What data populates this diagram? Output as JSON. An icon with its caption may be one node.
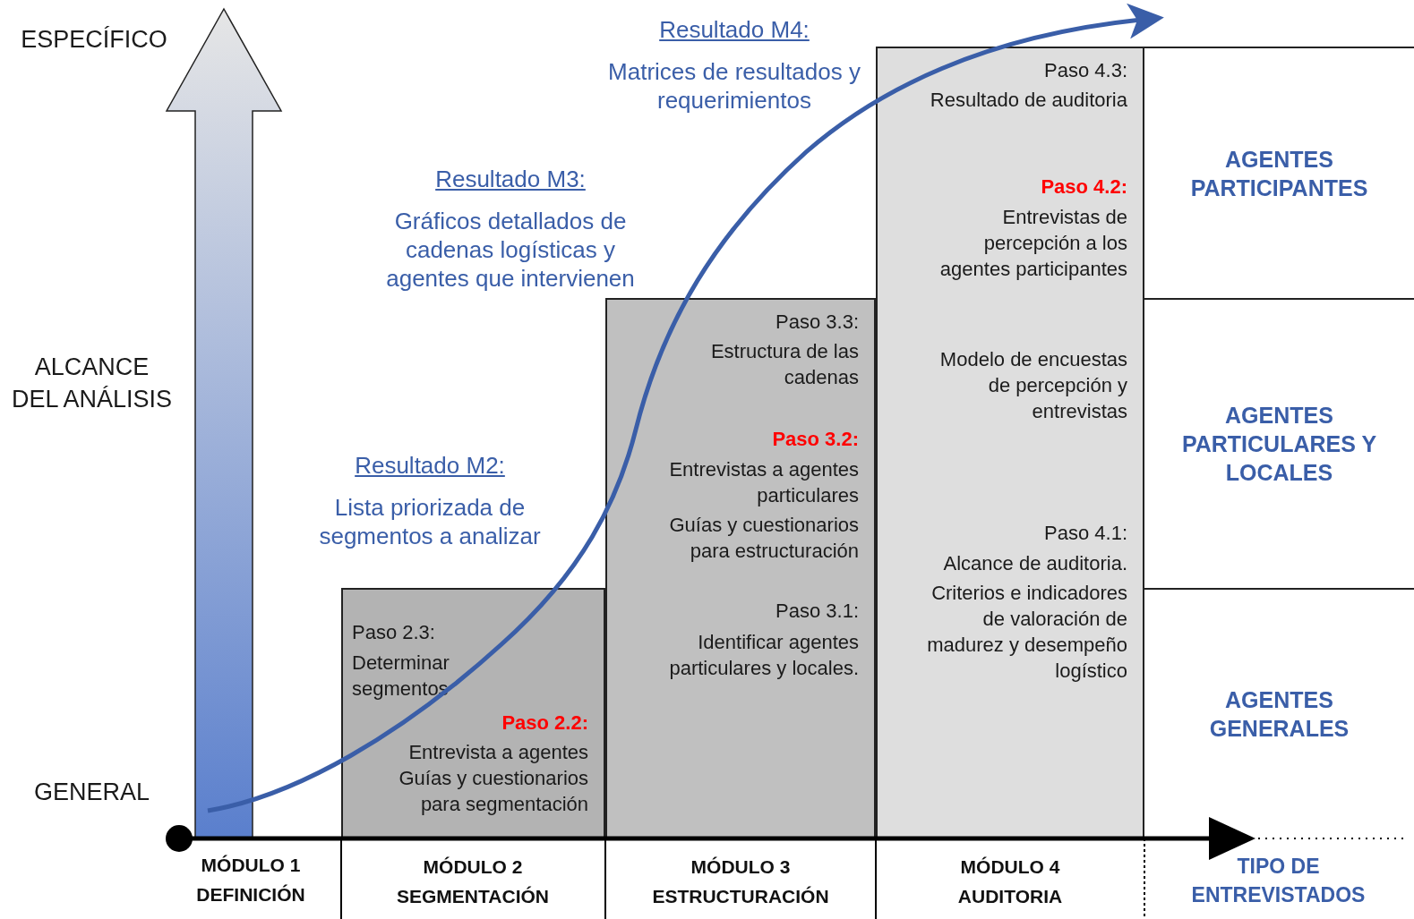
{
  "diagram": {
    "nodes": [
      {
        "text": [
          "Paso 2.3:",
          "Determinar segmentos",
          "Paso 2.2:",
          "Entrevista a agentes",
          "Guías y cuestionarios para segmentación"
        ]
      },
      {
        "text": [
          "Paso 3.3:",
          "Estructura de las cadenas",
          "Paso 3.2:",
          "Entrevistas a agentes particulares",
          "Guías y cuestionarios para estructuración",
          "Paso 3.1:",
          "Identificar agentes particulares y locales."
        ]
      },
      {
        "text": [
          "Paso 4.3:",
          "Resultado de auditoria",
          "Paso 4.2:",
          "Entrevistas de percepción a los agentes participantes",
          "Modelo de encuestas de percepción y entrevistas",
          "Paso 4.1:",
          "Alcance de auditoria.",
          "Criterios e indicadores de valoración de madurez y desempeño logístico"
        ]
      },
      {
        "text": [
          "AGENTES PARTICIPANTES"
        ]
      },
      {
        "text": [
          "AGENTES PARTICULARES Y LOCALES"
        ]
      },
      {
        "text": [
          "AGENTES GENERALES"
        ]
      }
    ],
    "labels": [
      "ESPECÍFICO",
      "Resultado M4:",
      "Matrices de resultados y requerimientos",
      "Resultado M3:",
      "Gráficos detallados de cadenas logísticas y agentes que intervienen",
      "ALCANCE DEL ANÁLISIS",
      "Resultado M2:",
      "Lista priorizada de segmentos a analizar",
      "GENERAL",
      "MÓDULO 1 DEFINICIÓN",
      "MÓDULO 2 SEGMENTACIÓN",
      "MÓDULO 3 ESTRUCTURACIÓN",
      "MÓDULO 4 AUDITORIA",
      "TIPO DE ENTREVISTADOS"
    ]
  }
}
